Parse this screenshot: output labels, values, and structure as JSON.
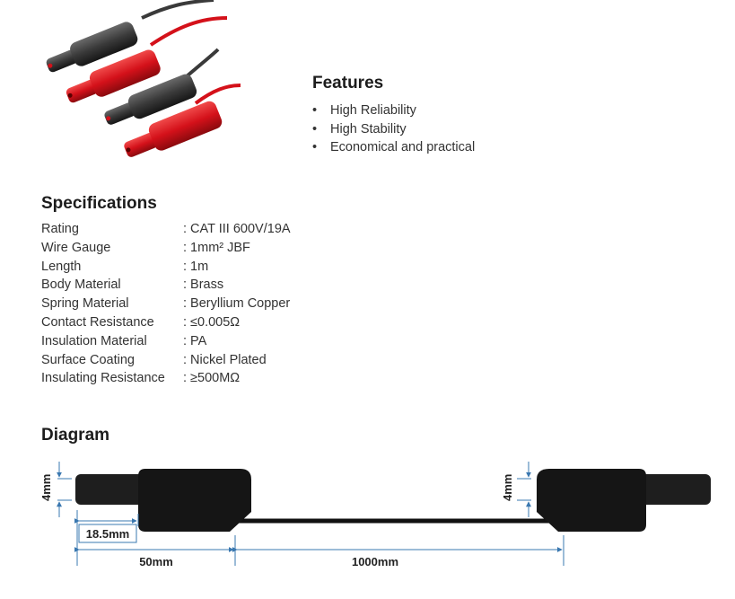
{
  "features": {
    "title": "Features",
    "bullet": "•",
    "items": [
      "High Reliability",
      "High Stability",
      "Economical and practical"
    ]
  },
  "specifications": {
    "title": "Specifications",
    "rows": [
      {
        "label": "Rating",
        "value": ": CAT III 600V/19A"
      },
      {
        "label": "Wire Gauge",
        "value": ": 1mm² JBF"
      },
      {
        "label": "Length",
        "value": ": 1m"
      },
      {
        "label": "Body Material",
        "value": ": Brass"
      },
      {
        "label": "Spring Material",
        "value": ": Beryllium Copper"
      },
      {
        "label": "Contact Resistance",
        "value": ": ≤0.005Ω"
      },
      {
        "label": "Insulation Material",
        "value": ": PA"
      },
      {
        "label": "Surface Coating",
        "value": ": Nickel Plated"
      },
      {
        "label": "Insulating Resistance",
        "value": ": ≥500MΩ"
      }
    ]
  },
  "diagram": {
    "title": "Diagram",
    "dims": {
      "tip_diameter_left": "4mm",
      "tip_diameter_right": "4mm",
      "tip_length": "18.5mm",
      "plug_length": "50mm",
      "cable_length": "1000mm"
    }
  },
  "colors": {
    "plug_red": "#d4111a",
    "plug_black": "#2e2e2e",
    "dimension_blue": "#3a78b0"
  }
}
